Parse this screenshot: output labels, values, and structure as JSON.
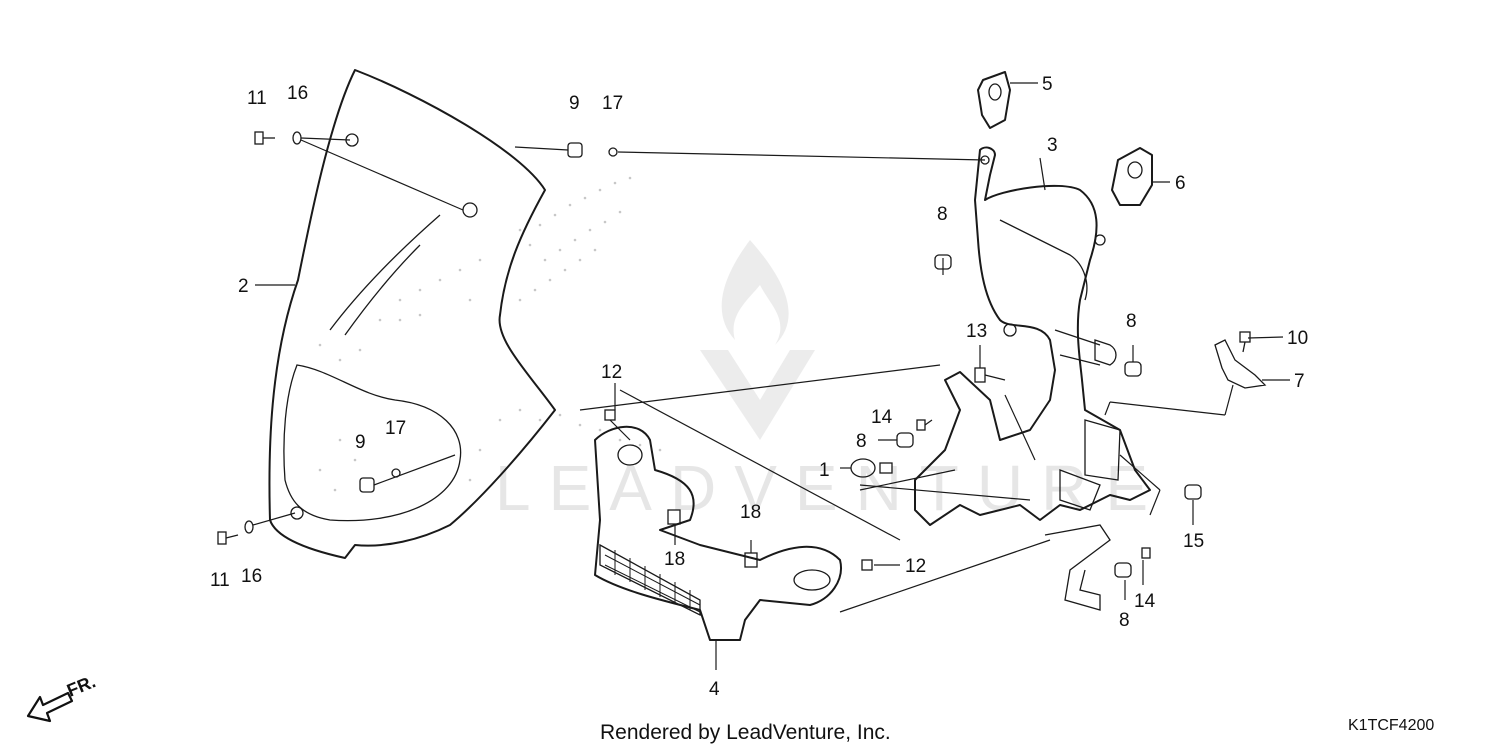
{
  "diagram": {
    "callouts": {
      "c1": "1",
      "c2": "2",
      "c3": "3",
      "c4": "4",
      "c5": "5",
      "c6": "6",
      "c7": "7",
      "c8a": "8",
      "c8b": "8",
      "c8c": "8",
      "c8d": "8",
      "c9a": "9",
      "c9b": "9",
      "c10": "10",
      "c11a": "11",
      "c11b": "11",
      "c12a": "12",
      "c12b": "12",
      "c13": "13",
      "c14a": "14",
      "c14b": "14",
      "c15": "15",
      "c16a": "16",
      "c16b": "16",
      "c17a": "17",
      "c17b": "17",
      "c18a": "18",
      "c18b": "18"
    },
    "direction_label": "FR.",
    "watermark_text": "LEADVENTURE",
    "credit": "Rendered by LeadVenture, Inc.",
    "diagram_code": "K1TCF4200"
  }
}
